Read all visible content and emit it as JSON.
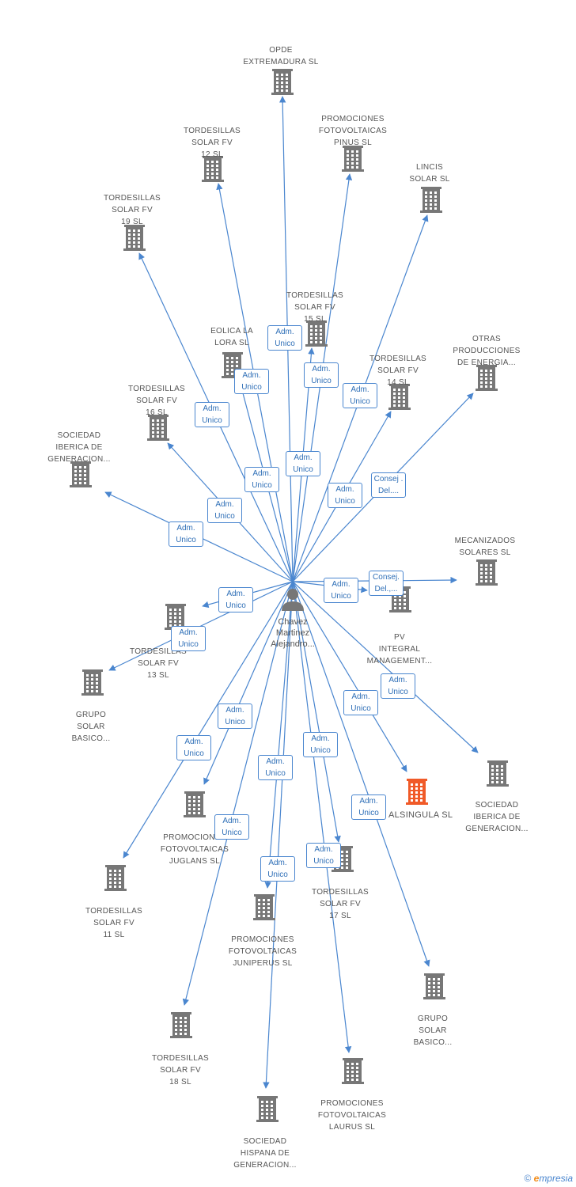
{
  "person": {
    "name": "Chavez\nMartinez\nAlejandro...",
    "icon": "person-icon"
  },
  "colors": {
    "edge": "#4a86cf",
    "building": "#777777",
    "highlight": "#f05a28"
  },
  "companies": [
    {
      "id": "opde",
      "label": "OPDE\nEXTREMADURA SL"
    },
    {
      "id": "tord12",
      "label": "TORDESILLAS\nSOLAR FV\n12 SL"
    },
    {
      "id": "pinus",
      "label": "PROMOCIONES\nFOTOVOLTAICAS\nPINUS SL"
    },
    {
      "id": "lincis",
      "label": "LINCIS\nSOLAR SL"
    },
    {
      "id": "tord19",
      "label": "TORDESILLAS\nSOLAR FV\n19 SL"
    },
    {
      "id": "tord15",
      "label": "TORDESILLAS\nSOLAR FV\n15 SL"
    },
    {
      "id": "otras",
      "label": "OTRAS\nPRODUCCIONES\nDE ENERGIA..."
    },
    {
      "id": "eolica",
      "label": "EOLICA LA\nLORA SL"
    },
    {
      "id": "tord14",
      "label": "TORDESILLAS\nSOLAR FV\n14 SL"
    },
    {
      "id": "tord16",
      "label": "TORDESILLAS\nSOLAR FV\n16 SL"
    },
    {
      "id": "sib1",
      "label": "SOCIEDAD\nIBERICA DE\nGENERACION..."
    },
    {
      "id": "mecan",
      "label": "MECANIZADOS\nSOLARES SL"
    },
    {
      "id": "tord13",
      "label": "TORDESILLAS\nSOLAR FV\n13 SL"
    },
    {
      "id": "pvint",
      "label": "PV\nINTEGRAL\nMANAGEMENT..."
    },
    {
      "id": "gsb1",
      "label": "GRUPO\nSOLAR\nBASICO..."
    },
    {
      "id": "sib2",
      "label": "SOCIEDAD\nIBERICA DE\nGENERACION..."
    },
    {
      "id": "alsingula",
      "label": "ALSINGULA SL"
    },
    {
      "id": "juglans",
      "label": "PROMOCIONES\nFOTOVOLTAICAS\nJUGLANS SL"
    },
    {
      "id": "tord11",
      "label": "TORDESILLAS\nSOLAR FV\n11 SL"
    },
    {
      "id": "tord17",
      "label": "TORDESILLAS\nSOLAR FV\n17 SL"
    },
    {
      "id": "juniperus",
      "label": "PROMOCIONES\nFOTOVOLTAICAS\nJUNIPERUS SL"
    },
    {
      "id": "gsb2",
      "label": "GRUPO\nSOLAR\nBASICO..."
    },
    {
      "id": "tord18",
      "label": "TORDESILLAS\nSOLAR FV\n18 SL"
    },
    {
      "id": "laurus",
      "label": "PROMOCIONES\nFOTOVOLTAICAS\nLAURUS SL"
    },
    {
      "id": "shg",
      "label": "SOCIEDAD\nHISPANA DE\nGENERACION..."
    }
  ],
  "relations": [
    {
      "target": "opde",
      "label": "Adm.\nUnico"
    },
    {
      "target": "tord12",
      "label": "Adm.\nUnico"
    },
    {
      "target": "pinus",
      "label": "Adm.\nUnico"
    },
    {
      "target": "lincis",
      "label": "Adm.\nUnico"
    },
    {
      "target": "tord19",
      "label": "Adm.\nUnico"
    },
    {
      "target": "tord15",
      "label": "Adm.\nUnico"
    },
    {
      "target": "otras",
      "label": "Consej .\nDel...."
    },
    {
      "target": "eolica",
      "label": "Adm.\nUnico"
    },
    {
      "target": "tord14",
      "label": "Adm.\nUnico"
    },
    {
      "target": "tord16",
      "label": "Adm.\nUnico"
    },
    {
      "target": "sib1",
      "label": "Adm.\nUnico"
    },
    {
      "target": "mecan",
      "label": "Consej.\nDel.,..."
    },
    {
      "target": "tord13",
      "label": "Adm.\nUnico"
    },
    {
      "target": "pvint",
      "label": "Adm.\nUnico"
    },
    {
      "target": "gsb1",
      "label": "Adm.\nUnico"
    },
    {
      "target": "sib2",
      "label": "Adm.\nUnico"
    },
    {
      "target": "alsingula",
      "label": "Adm.\nUnico"
    },
    {
      "target": "juglans",
      "label": "Adm.\nUnico"
    },
    {
      "target": "tord11",
      "label": "Adm.\nUnico"
    },
    {
      "target": "tord17",
      "label": "Adm.\nUnico"
    },
    {
      "target": "juniperus",
      "label": "Adm.\nUnico"
    },
    {
      "target": "gsb2",
      "label": "Adm.\nUnico"
    },
    {
      "target": "tord18",
      "label": "Adm.\nUnico"
    },
    {
      "target": "laurus",
      "label": "Adm.\nUnico"
    },
    {
      "target": "shg",
      "label": "Adm.\nUnico"
    }
  ],
  "footer": {
    "copyright": "©",
    "brand_first": "e",
    "brand_rest": "mpresia"
  }
}
